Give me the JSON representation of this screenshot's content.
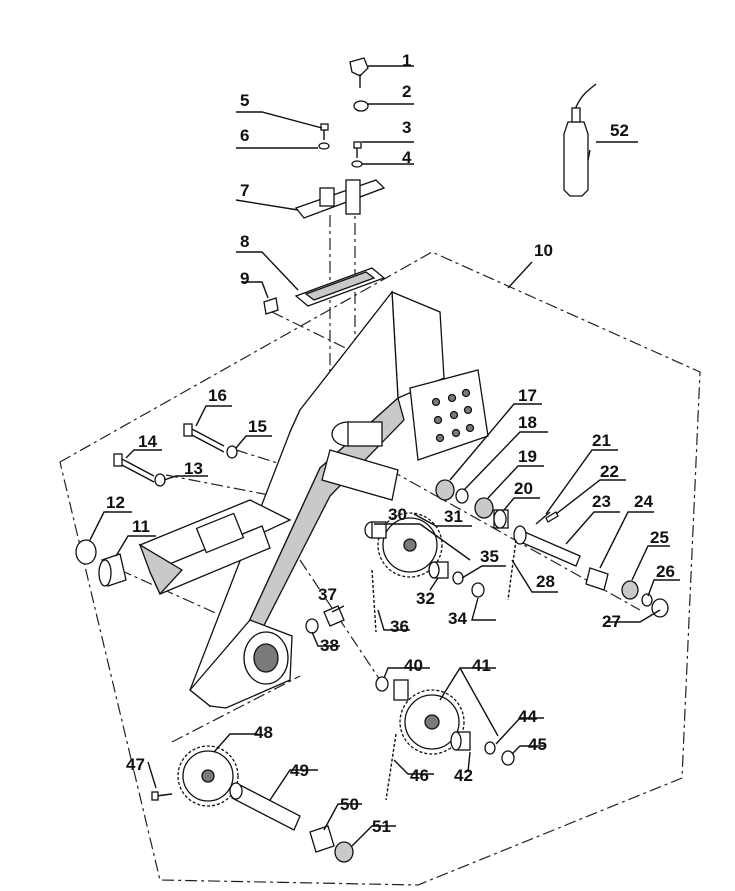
{
  "diagram": {
    "type": "exploded-parts-view",
    "part_labels": [
      "1",
      "2",
      "3",
      "4",
      "5",
      "6",
      "7",
      "8",
      "9",
      "10",
      "11",
      "12",
      "13",
      "14",
      "15",
      "16",
      "17",
      "18",
      "19",
      "20",
      "21",
      "22",
      "23",
      "24",
      "25",
      "26",
      "27",
      "28",
      "30",
      "31",
      "32",
      "34",
      "35",
      "36",
      "37",
      "38",
      "40",
      "41",
      "42",
      "44",
      "45",
      "46",
      "47",
      "48",
      "49",
      "50",
      "51",
      "52"
    ]
  }
}
